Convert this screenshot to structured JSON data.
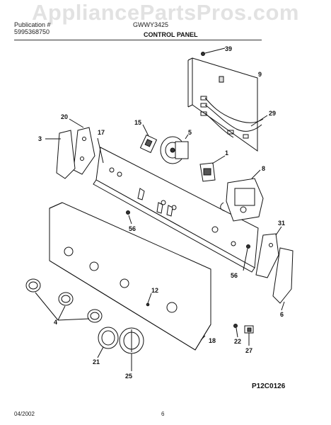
{
  "watermark": "AppliancePartsPros.com",
  "header": {
    "left_line1": "Publication #",
    "left_line2": "5995368750",
    "model": "GWWY3425",
    "right": "",
    "section_title": "CONTROL PANEL"
  },
  "footer": {
    "date": "04/2002",
    "page": "6",
    "figure_ref": "P12C0126"
  },
  "callouts": [
    "39",
    "9",
    "29",
    "20",
    "17",
    "15",
    "5",
    "3",
    "1",
    "8",
    "56",
    "31",
    "56",
    "6",
    "12",
    "4",
    "22",
    "27",
    "21",
    "25",
    "18"
  ]
}
